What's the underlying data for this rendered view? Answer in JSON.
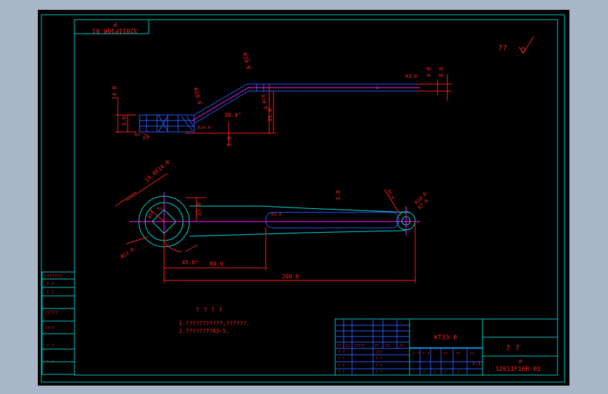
{
  "colors": {
    "frame": "#00c8c8",
    "dimension": "#ff2020",
    "centerline": "#ff20ff",
    "hatch": "#2a5cff",
    "part_outline": "#00e0e0",
    "table_lines": "#2a5cff"
  },
  "title_block": {
    "part_number_upside_down": "32011F16R-01",
    "part_p_upside_down": "P",
    "drawing_code": "KT33-8",
    "part_number": "32011F16R-01",
    "p_label": "P",
    "scale": "1:1",
    "name_marks": "? ?"
  },
  "roughness": {
    "label": "??"
  },
  "notes": {
    "heading": "? ? ? ?",
    "line1": "1.???????????,??????.",
    "line2": "2.????????R3~5."
  },
  "left_table": {
    "cells": [
      "???????",
      "?  ?",
      "?  ?",
      "?????",
      "????",
      "?  ?",
      "?  ?"
    ]
  },
  "revision_table": {
    "header": [
      "??",
      "??",
      "?????",
      "??",
      "??",
      "??"
    ],
    "rows": [
      [
        "?  ?",
        "???"
      ],
      [
        "?  ?",
        "?  ?"
      ],
      [
        "?  ?",
        "?  ?"
      ],
      [
        "?  ?",
        "?  ?"
      ]
    ],
    "mid_header": [
      "?",
      "?",
      "?",
      "?",
      "??",
      "??",
      "??"
    ],
    "mid_row": [
      "?",
      "?",
      "?",
      "?",
      "?"
    ]
  },
  "side_view": {
    "dims": [
      "14.0",
      "3.0",
      "R3",
      "R3",
      "R10.0",
      "R10.0",
      "R10.0",
      "R10.0",
      "30.0°",
      "5.0",
      "35.0",
      "R3.0",
      "4.0",
      "8.0"
    ]
  },
  "top_view": {
    "dims": [
      "14.0X14.0",
      "Ø17",
      "R3",
      "25.0",
      "3.0",
      "R3.0",
      "R5.0",
      "R10.0",
      "R7.0",
      "Ø22.0",
      "45.0°",
      "80.0",
      "200.0"
    ]
  }
}
